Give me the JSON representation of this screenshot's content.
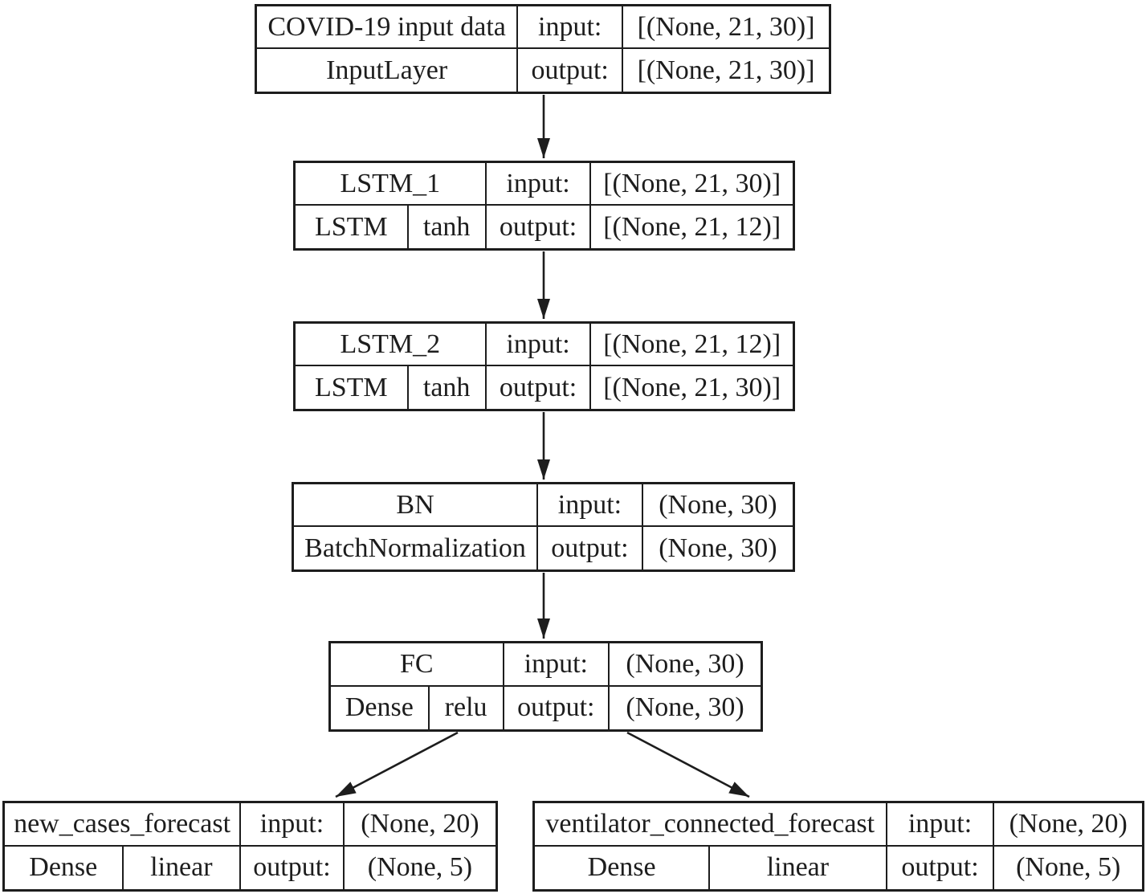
{
  "diagram": {
    "type": "neural-network-architecture",
    "colors": {
      "background": "#ffffff",
      "line": "#1d1d1d",
      "text": "#1d1d1d"
    },
    "labels": {
      "input": "input:",
      "output": "output:"
    },
    "nodes": [
      {
        "id": "input",
        "title": "COVID-19 input data",
        "class_name": "InputLayer",
        "input_shape": "[(None, 21, 30)]",
        "output_shape": "[(None, 21, 30)]"
      },
      {
        "id": "lstm1",
        "title": "LSTM_1",
        "class_name": "LSTM",
        "activation": "tanh",
        "input_shape": "[(None, 21, 30)]",
        "output_shape": "[(None, 21, 12)]"
      },
      {
        "id": "lstm2",
        "title": "LSTM_2",
        "class_name": "LSTM",
        "activation": "tanh",
        "input_shape": "[(None, 21, 12)]",
        "output_shape": "[(None, 21, 30)]"
      },
      {
        "id": "bn",
        "title": "BN",
        "class_name": "BatchNormalization",
        "input_shape": "(None, 30)",
        "output_shape": "(None, 30)"
      },
      {
        "id": "fc",
        "title": "FC",
        "class_name": "Dense",
        "activation": "relu",
        "input_shape": "(None, 30)",
        "output_shape": "(None, 30)"
      },
      {
        "id": "new_cases_forecast",
        "title": "new_cases_forecast",
        "class_name": "Dense",
        "activation": "linear",
        "input_shape": "(None, 20)",
        "output_shape": "(None, 5)"
      },
      {
        "id": "ventilator_connected_forecast",
        "title": "ventilator_connected_forecast",
        "class_name": "Dense",
        "activation": "linear",
        "input_shape": "(None, 20)",
        "output_shape": "(None, 5)"
      }
    ],
    "edges": [
      {
        "from": "input",
        "to": "lstm1"
      },
      {
        "from": "lstm1",
        "to": "lstm2"
      },
      {
        "from": "lstm2",
        "to": "bn"
      },
      {
        "from": "bn",
        "to": "fc"
      },
      {
        "from": "fc",
        "to": "new_cases_forecast"
      },
      {
        "from": "fc",
        "to": "ventilator_connected_forecast"
      }
    ]
  }
}
